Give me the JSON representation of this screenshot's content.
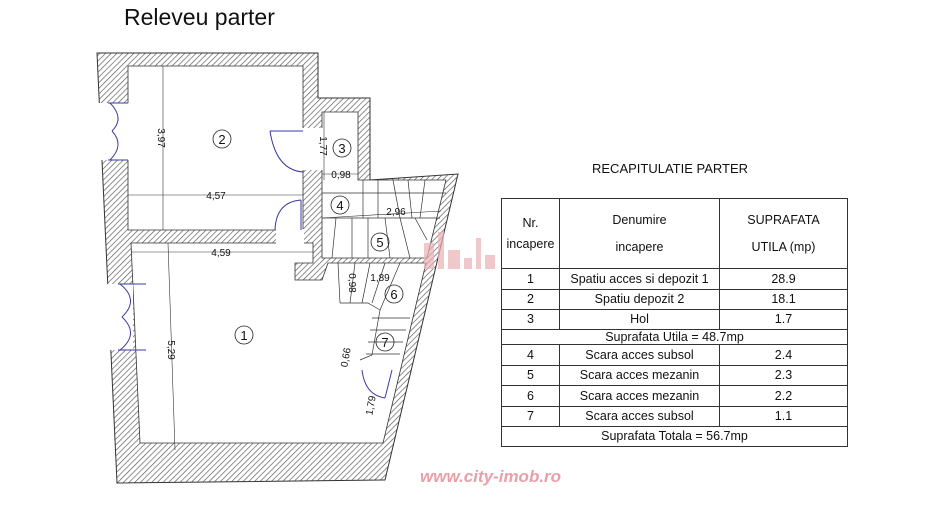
{
  "title": "Releveu parter",
  "watermark": "www.city-imob.ro",
  "plan": {
    "rooms": [
      "1",
      "2",
      "3",
      "4",
      "5",
      "6",
      "7"
    ],
    "dimensions": {
      "room2_height": "3,97",
      "room2_width": "4,57",
      "room1_width": "4,59",
      "room1_height": "5,29",
      "hol_height": "1,77",
      "hol_width": "0,98",
      "stair_width": "2,96",
      "stair6_a": "0,98",
      "stair6_b": "1,89",
      "stair7_a": "0,66",
      "stair7_b": "1,79"
    },
    "colors": {
      "wall_hatch": "#555555",
      "door": "#3a3aa0"
    }
  },
  "recap": {
    "heading": "RECAPITULATIE PARTER",
    "header": {
      "nr_line1": "Nr.",
      "nr_line2": "incapere",
      "name_line1": "Denumire",
      "name_line2": "incapere",
      "area_line1": "SUPRAFATA",
      "area_line2": "UTILA (mp)"
    },
    "rows_a": [
      {
        "nr": "1",
        "name": "Spatiu acces si depozit 1",
        "area": "28.9"
      },
      {
        "nr": "2",
        "name": "Spatiu depozit 2",
        "area": "18.1"
      },
      {
        "nr": "3",
        "name": "Hol",
        "area": "1.7"
      }
    ],
    "subtotal": "Suprafata Utila = 48.7mp",
    "rows_b": [
      {
        "nr": "4",
        "name": "Scara acces subsol",
        "area": "2.4"
      },
      {
        "nr": "5",
        "name": "Scara acces mezanin",
        "area": "2.3"
      },
      {
        "nr": "6",
        "name": "Scara acces mezanin",
        "area": "2.2"
      },
      {
        "nr": "7",
        "name": "Scara acces subsol",
        "area": "1.1"
      }
    ],
    "total": "Suprafata Totala = 56.7mp"
  }
}
